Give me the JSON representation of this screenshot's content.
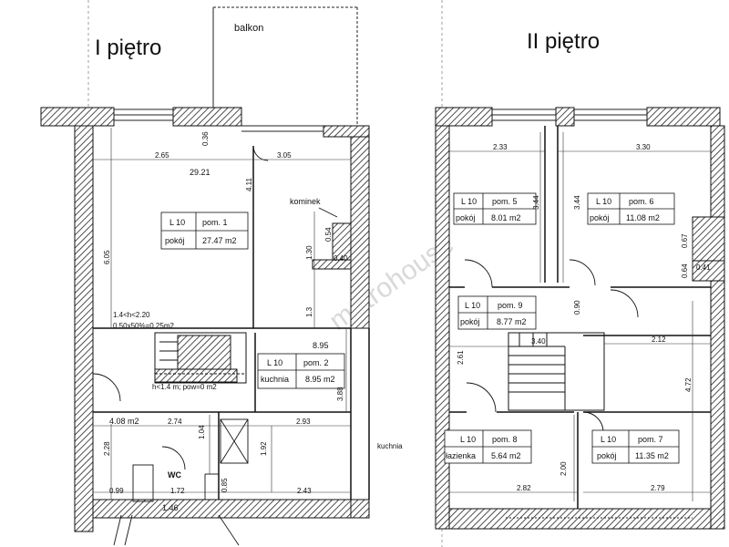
{
  "floor1": {
    "title": "I piętro",
    "balcony_label": "balkon",
    "total_area": "29.21",
    "fireplace_label": "kominek",
    "stair_note_1": "1.4<h<2.20",
    "stair_note_2": "0.50x50%=0.25m2",
    "stair_note_3": "h<1.4 m; pow=0 m2",
    "hall_area": "4.08 m2",
    "kitchen_area_label": "8.95",
    "wc_label": "WC",
    "kitchen_label": "kuchnia",
    "rooms": [
      {
        "l": "L 10",
        "pom": "pom. 1",
        "name": "pokój",
        "area": "27.47 m2"
      },
      {
        "l": "L 10",
        "pom": "pom. 2",
        "name": "kuchnia",
        "area": "8.95 m2"
      }
    ],
    "dims": {
      "d265": "2.65",
      "d305": "3.05",
      "d036": "0.36",
      "d411": "4.11",
      "d605": "6.05",
      "d130": "1.30",
      "d054": "0.54",
      "d040": "0.40",
      "d13": "1.3",
      "d388": "3.88",
      "d274": "2.74",
      "d293": "2.93",
      "d228": "2.28",
      "d104": "1.04",
      "d192": "1.92",
      "d099": "0.99",
      "d172": "1.72",
      "d243": "2.43",
      "d085": "0.85",
      "d146": "1.46"
    }
  },
  "floor2": {
    "title": "II piętro",
    "rooms": [
      {
        "l": "L 10",
        "pom": "pom. 5",
        "name": "pokój",
        "area": "8.01 m2"
      },
      {
        "l": "L 10",
        "pom": "pom. 6",
        "name": "pokój",
        "area": "11.08 m2"
      },
      {
        "l": "L 10",
        "pom": "pom. 9",
        "name": "pokój",
        "area": "8.77 m2"
      },
      {
        "l": "L 10",
        "pom": "pom. 8",
        "name": "łazienka",
        "area": "5.64 m2"
      },
      {
        "l": "L 10",
        "pom": "pom. 7",
        "name": "pokój",
        "area": "11.35 m2"
      }
    ],
    "dims": {
      "d233": "2.33",
      "d330": "3.30",
      "d344a": "3.44",
      "d344b": "3.44",
      "d067": "0.67",
      "d064": "0.64",
      "d041": "0.41",
      "d090": "0.90",
      "d340": "3.40",
      "d212": "2.12",
      "d261": "2.61",
      "d472": "4.72",
      "d200": "2.00",
      "d282": "2.82",
      "d279": "2.79"
    }
  },
  "watermark": "metrohouse"
}
